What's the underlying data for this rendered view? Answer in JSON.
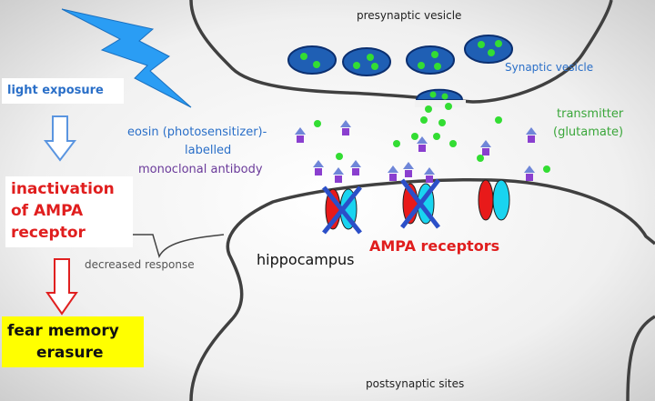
{
  "labels": {
    "presynaptic": "presynaptic vesicle",
    "synaptic_vesicle": "Synaptic vesicle",
    "light_exposure": "light exposure",
    "eosin_line1": "eosin (photosensitizer)-",
    "eosin_line2": "labelled",
    "eosin_line3": "monoclonal antibody",
    "transmitter_line1": "transmitter",
    "transmitter_line2": "(glutamate)",
    "inactivation_line1": "inactivation",
    "inactivation_line2": "of AMPA",
    "inactivation_line3": "receptor",
    "decreased_response": "decreased response",
    "hippocampus": "hippocampus",
    "ampa_receptors": "AMPA receptors",
    "fear_line1": "fear memory",
    "fear_line2": "erasure",
    "postsynaptic": "postsynaptic sites"
  },
  "colors": {
    "vesicle_fill": "#1f5fb4",
    "vesicle_dot": "#33dd33",
    "antibody_blue": "#6f86d8",
    "antibody_purple": "#8a3fcf",
    "receptor_red": "#e81a1a",
    "receptor_cyan": "#19d4f0",
    "cross_blue": "#2b4fc8",
    "lightning": "#2a9df4",
    "arrow_blue": "#5a95e0",
    "arrow_red": "#e02020",
    "text_blue": "#2a6fc8",
    "text_purple": "#6a3a9a",
    "text_green": "#3aa63a",
    "text_red": "#e01e1e",
    "fear_box": "#ffff00"
  },
  "icons": {
    "lightning": "lightning-bolt-icon",
    "arrow_down_blue": "hollow-arrow-down-icon",
    "arrow_down_red": "hollow-arrow-down-icon"
  }
}
